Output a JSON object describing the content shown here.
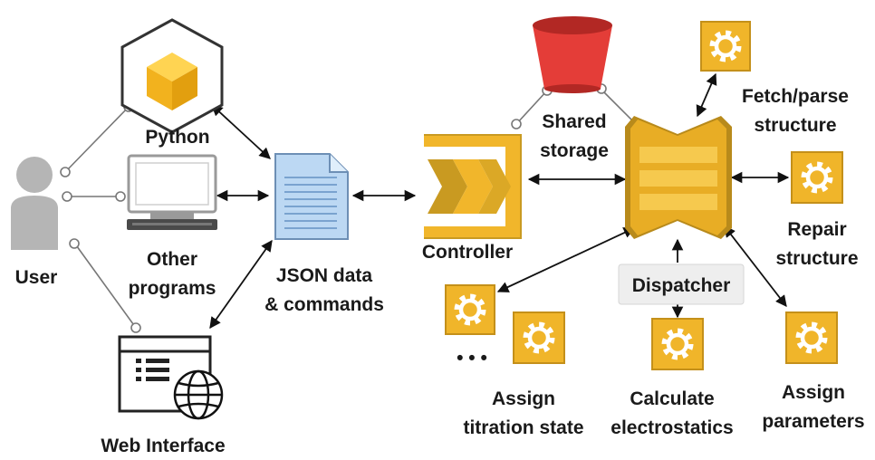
{
  "labels": {
    "python": "Python",
    "user": "User",
    "other_programs": [
      "Other",
      "programs"
    ],
    "web_interface": "Web Interface",
    "json_data": [
      "JSON data",
      "& commands"
    ],
    "controller": "Controller",
    "shared_storage": [
      "Shared",
      "storage"
    ],
    "dispatcher": "Dispatcher",
    "fetch_parse": [
      "Fetch/parse",
      "structure"
    ],
    "repair": [
      "Repair",
      "structure"
    ],
    "assign_parameters": [
      "Assign",
      "parameters"
    ],
    "calculate_electrostatics": [
      "Calculate",
      "electrostatics"
    ],
    "assign_titration": [
      "Assign",
      "titration state"
    ],
    "ellipsis": "• • •"
  },
  "colors": {
    "aws_gold": "#f1b62b",
    "aws_gold_dark": "#b88a1b",
    "bucket_red": "#e43d38",
    "bucket_red_dark": "#b22824",
    "gear_tile": "#f0b52a",
    "doc_blue": "#bcd8f3",
    "user_gray": "#b5b5b5",
    "line": "#777777",
    "arrow": "#111111"
  },
  "icons": [
    "python-cube-icon",
    "user-icon",
    "computer-icon",
    "web-interface-icon",
    "globe-icon",
    "json-document-icon",
    "controller-icon",
    "storage-bucket-icon",
    "dispatcher-queue-icon",
    "gear-icon"
  ]
}
